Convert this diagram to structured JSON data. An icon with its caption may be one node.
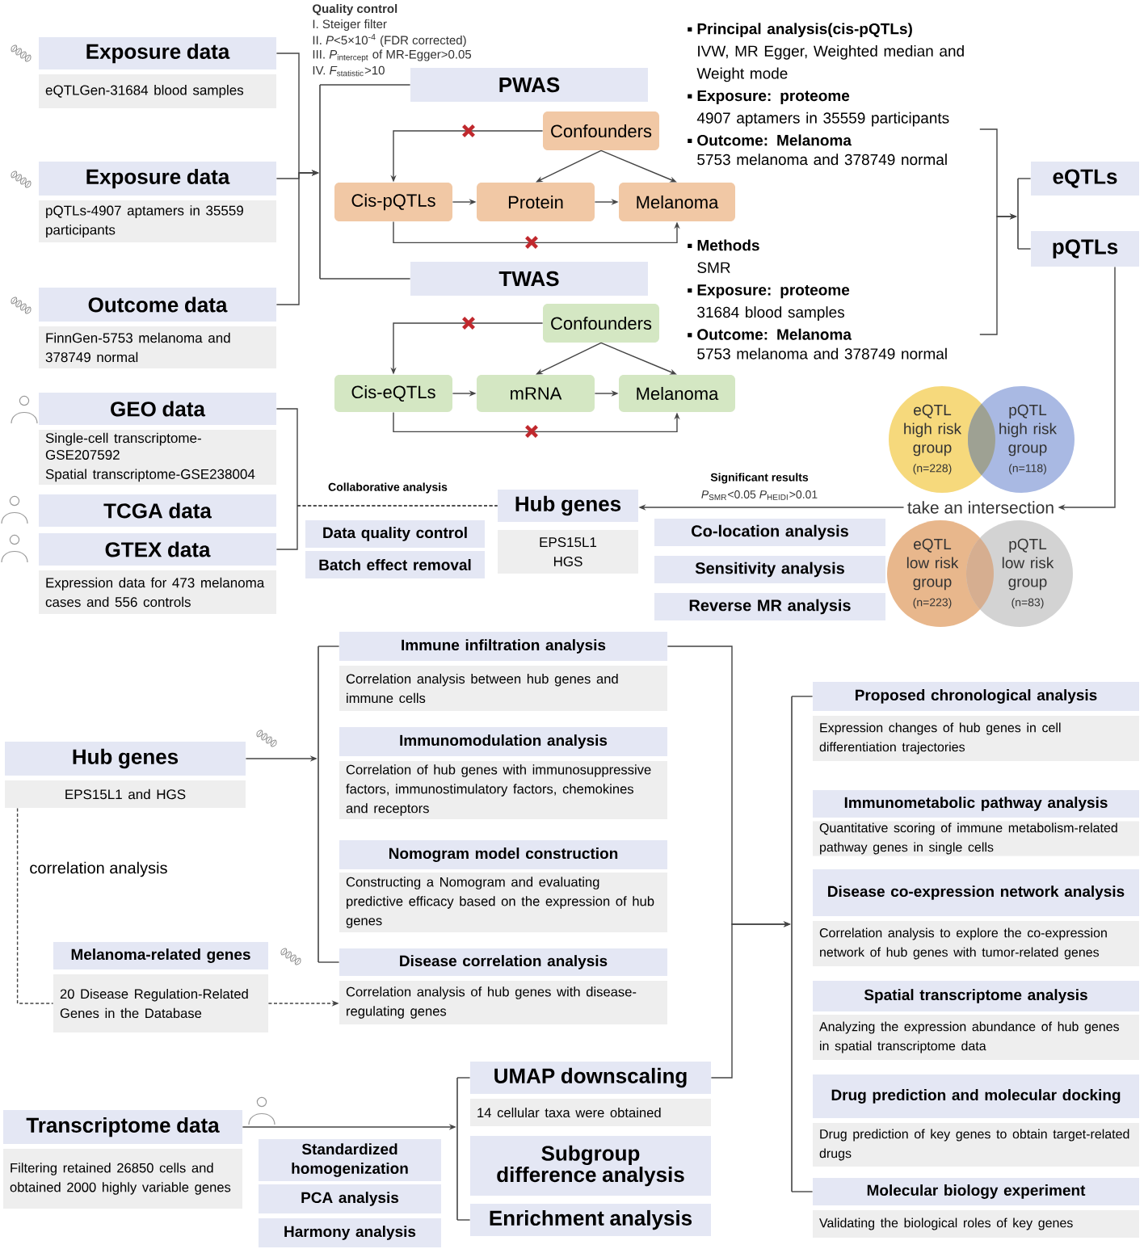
{
  "diagram": {
    "nodes": [
      {
        "text": [
          "Exposure data",
          "eQTLGen-31684 blood samples"
        ]
      },
      {
        "text": [
          "Exposure data",
          "pQTLs-4907 aptamers in 35559 participants"
        ]
      },
      {
        "text": [
          "Outcome data",
          "FinnGen-5753 melanoma and 378749 normal"
        ]
      },
      {
        "text": [
          "GEO data",
          "Single-cell transcriptome-GSE207592",
          "Spatial transcriptome-GSE238004"
        ]
      },
      {
        "text": [
          "TCGA data"
        ]
      },
      {
        "text": [
          "GTEX data",
          "Expression data for 473 melanoma cases and 556 controls"
        ]
      },
      {
        "text": [
          "PWAS"
        ]
      },
      {
        "text": [
          "Confounders"
        ]
      },
      {
        "text": [
          "Cis-pQTLs"
        ]
      },
      {
        "text": [
          "Protein"
        ]
      },
      {
        "text": [
          "Melanoma"
        ]
      },
      {
        "text": [
          "TWAS"
        ]
      },
      {
        "text": [
          "Confounders"
        ]
      },
      {
        "text": [
          "Cis-eQTLs"
        ]
      },
      {
        "text": [
          "mRNA"
        ]
      },
      {
        "text": [
          "Melanoma"
        ]
      },
      {
        "text": [
          "Principal analysis(cis-pQTLs)",
          "IVW, MR Egger, Weighted median and Weight mode",
          "Exposure: proteome",
          "4907 aptamers in 35559 participants",
          "Outcome: Melanoma",
          "5753 melanoma and 378749 normal"
        ]
      },
      {
        "text": [
          "Methods",
          "SMR",
          "Exposure: proteome",
          "31684 blood samples",
          "Outcome: Melanoma",
          "5753 melanoma and 378749 normal"
        ]
      },
      {
        "text": [
          "eQTLs"
        ]
      },
      {
        "text": [
          "pQTLs"
        ]
      },
      {
        "text": [
          "eQTL high risk group",
          "(n=228)"
        ]
      },
      {
        "text": [
          "pQTL high risk group",
          "(n=118)"
        ]
      },
      {
        "text": [
          "eQTL low risk group",
          "(n=223)"
        ]
      },
      {
        "text": [
          "pQTL low risk group",
          "(n=83)"
        ]
      },
      {
        "text": [
          "Hub genes",
          "EPS15L1",
          "HGS"
        ]
      },
      {
        "text": [
          "Data quality control"
        ]
      },
      {
        "text": [
          "Batch effect removal"
        ]
      },
      {
        "text": [
          "Co-location analysis"
        ]
      },
      {
        "text": [
          "Sensitivity analysis"
        ]
      },
      {
        "text": [
          "Reverse MR analysis"
        ]
      },
      {
        "text": [
          "Hub genes",
          "EPS15L1 and HGS"
        ]
      },
      {
        "text": [
          "Melanoma-related genes",
          "20 Disease Regulation-Related Genes in the Database"
        ]
      },
      {
        "text": [
          "Immune infiltration analysis",
          "Correlation analysis between hub genes and immune cells"
        ]
      },
      {
        "text": [
          "Immunomodulation analysis",
          "Correlation of hub genes with immunosuppressive factors, immunostimulatory factors, chemokines and receptors"
        ]
      },
      {
        "text": [
          "Nomogram model construction",
          "Constructing a Nomogram and evaluating predictive efficacy based on the expression of hub genes"
        ]
      },
      {
        "text": [
          "Disease correlation analysis",
          "Correlation analysis of hub genes with disease-regulating genes"
        ]
      },
      {
        "text": [
          "UMAP downscaling",
          "14 cellular taxa were obtained"
        ]
      },
      {
        "text": [
          "Transcriptome data",
          "Filtering retained 26850 cells and obtained 2000 highly variable genes"
        ]
      },
      {
        "text": [
          "Standardized homogenization"
        ]
      },
      {
        "text": [
          "PCA analysis"
        ]
      },
      {
        "text": [
          "Harmony analysis"
        ]
      },
      {
        "text": [
          "Subgroup difference analysis"
        ]
      },
      {
        "text": [
          "Enrichment analysis"
        ]
      },
      {
        "text": [
          "Proposed chronological analysis",
          "Expression changes of hub genes in cell differentiation trajectories"
        ]
      },
      {
        "text": [
          "Immunometabolic pathway analysis",
          "Quantitative scoring of immune metabolism-related pathway genes in single cells"
        ]
      },
      {
        "text": [
          "Disease co-expression network analysis",
          "Correlation analysis to explore the co-expression network of hub genes with tumor-related genes"
        ]
      },
      {
        "text": [
          "Spatial transcriptome analysis",
          "Analyzing the expression abundance of hub genes in spatial transcriptome data"
        ]
      },
      {
        "text": [
          "Drug prediction and molecular docking",
          "Drug prediction of key genes to obtain target-related drugs"
        ]
      },
      {
        "text": [
          "Molecular biology experiment",
          "Validating the biological roles of key genes"
        ]
      },
      {
        "text": [],
        "shape": "bar"
      },
      {
        "text": [],
        "shape": "bar"
      },
      {
        "text": [],
        "shape": "bar"
      },
      {
        "text": [],
        "shape": "bar"
      },
      {
        "text": [],
        "shape": "bar"
      },
      {
        "text": [
          "take an intersection"
        ]
      }
    ],
    "edges": [
      {
        "from": 0,
        "to": 49,
        "arrow": "to"
      },
      {
        "from": 1,
        "to": 49,
        "arrow": "to"
      },
      {
        "from": 2,
        "to": 49,
        "arrow": "to"
      },
      {
        "from": 49,
        "to": 6,
        "arrow": "none"
      },
      {
        "from": 49,
        "to": 11,
        "arrow": "none"
      },
      {
        "from": 7,
        "to": 8,
        "arrow": "to"
      },
      {
        "from": 7,
        "to": 9,
        "arrow": "to"
      },
      {
        "from": 7,
        "to": 10,
        "arrow": "to"
      },
      {
        "from": 8,
        "to": 9,
        "arrow": "to"
      },
      {
        "from": 9,
        "to": 10,
        "arrow": "to"
      },
      {
        "from": 8,
        "to": 10,
        "arrow": "to"
      },
      {
        "from": 12,
        "to": 13,
        "arrow": "to"
      },
      {
        "from": 12,
        "to": 14,
        "arrow": "to"
      },
      {
        "from": 12,
        "to": 15,
        "arrow": "to"
      },
      {
        "from": 13,
        "to": 14,
        "arrow": "to"
      },
      {
        "from": 14,
        "to": 15,
        "arrow": "to"
      },
      {
        "from": 13,
        "to": 15,
        "arrow": "to"
      },
      {
        "from": 16,
        "to": 50,
        "arrow": "to"
      },
      {
        "from": 17,
        "to": 50,
        "arrow": "to"
      },
      {
        "from": 50,
        "to": 18,
        "arrow": "none"
      },
      {
        "from": 50,
        "to": 19,
        "arrow": "none"
      },
      {
        "from": 19,
        "to": 54,
        "arrow": "to"
      },
      {
        "from": 54,
        "to": 24,
        "arrow": "to",
        "label": "Significant results"
      },
      {
        "from": 3,
        "to": 24,
        "arrow": "none",
        "style": "dashed",
        "label": "Collaborative analysis"
      },
      {
        "from": 5,
        "to": 24,
        "arrow": "none",
        "style": "dashed"
      },
      {
        "from": 30,
        "to": 51,
        "arrow": "to"
      },
      {
        "from": 51,
        "to": 32,
        "arrow": "none"
      },
      {
        "from": 51,
        "to": 35,
        "arrow": "none"
      },
      {
        "from": 30,
        "to": 31,
        "arrow": "none",
        "style": "dashed",
        "label": "correlation analysis"
      },
      {
        "from": 31,
        "to": 35,
        "arrow": "to",
        "style": "dashed"
      },
      {
        "from": 32,
        "to": 52,
        "arrow": "to"
      },
      {
        "from": 36,
        "to": 52,
        "arrow": "to"
      },
      {
        "from": 52,
        "to": 43,
        "arrow": "none"
      },
      {
        "from": 52,
        "to": 48,
        "arrow": "none"
      },
      {
        "from": 37,
        "to": 53,
        "arrow": "to"
      },
      {
        "from": 53,
        "to": 36,
        "arrow": "none"
      },
      {
        "from": 53,
        "to": 42,
        "arrow": "none"
      }
    ],
    "labels": [
      "Quality control",
      "I. Steiger filter",
      "II. *P*<5×10$^{-4}$ (FDR corrected)",
      "\\mbox{III. }\\mbox{\\itshape P}_{\\mbox{\\fontsize{5bp}{6bp}\\selectfont intercept}}\\mbox{ of MR-Egger>0.05}",
      "\\mbox{IV. }\\mbox{\\itshape F}_{\\mbox{\\fontsize{5bp}{6bp}\\selectfont statistic}}\\mbox{>10}",
      "\\mbox{\\itshape P}_{\\mbox{\\fontsize{5bp}{6bp}\\selectfont SMR}}\\mbox{<0.05 }\\mbox{\\itshape P}_{\\mbox{\\fontsize{5bp}{6bp}\\selectfont HEIDI}}\\mbox{>0.01}"
    ]
  }
}
